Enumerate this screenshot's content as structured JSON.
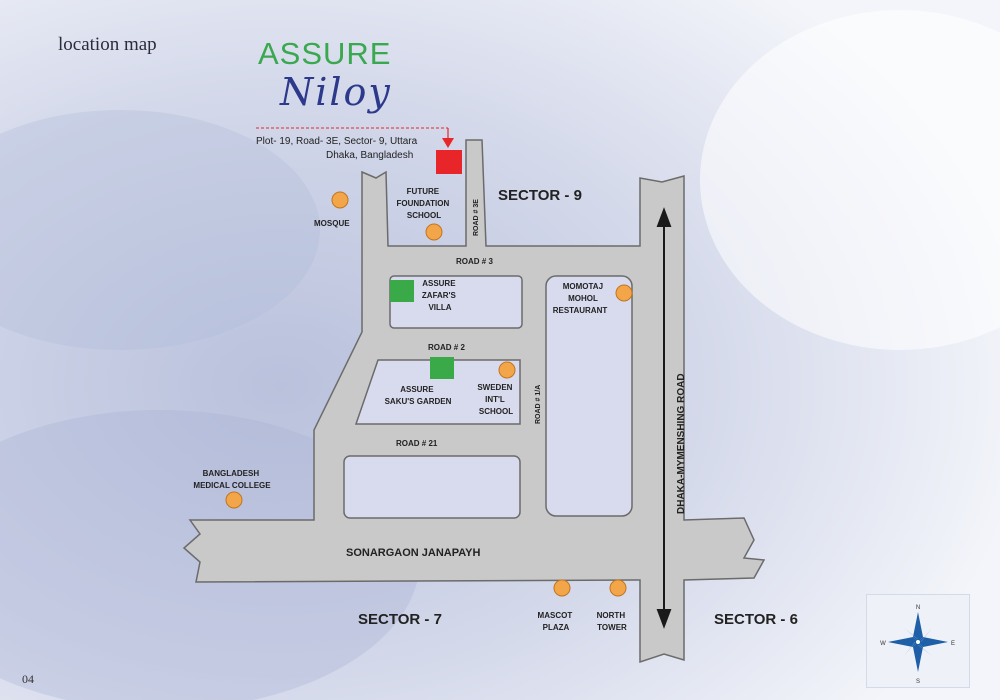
{
  "page": {
    "title": "location map",
    "number": "04"
  },
  "brand": {
    "line1": "ASSURE",
    "line2": "Niloy"
  },
  "address": {
    "line1": "Plot- 19, Road- 3E, Sector- 9, Uttara",
    "line2": "Dhaka, Bangladesh"
  },
  "sectors": {
    "s9": "SECTOR - 9",
    "s7": "SECTOR - 7",
    "s6": "SECTOR - 6"
  },
  "roads": {
    "road3": "ROAD # 3",
    "road2": "ROAD # 2",
    "road21": "ROAD # 21",
    "road3e": "ROAD # 3E",
    "road1a": "ROAD # 1/A",
    "sonargaon": "SONARGAON JANAPAYH",
    "dhaka_mymensing": "DHAKA-MYMENSHING ROAD"
  },
  "landmarks": {
    "mosque": "MOSQUE",
    "future_school": [
      "FUTURE",
      "FOUNDATION",
      "SCHOOL"
    ],
    "momotaj": [
      "MOMOTAJ",
      "MOHOL",
      "RESTAURANT"
    ],
    "zafar": [
      "ASSURE",
      "ZAFAR'S",
      "VILLA"
    ],
    "saku": [
      "ASSURE",
      "SAKU'S GARDEN"
    ],
    "sweden": [
      "SWEDEN",
      "INT'L",
      "SCHOOL"
    ],
    "bmc": [
      "BANGLADESH",
      "MEDICAL COLLEGE"
    ],
    "mascot": [
      "MASCOT",
      "PLAZA"
    ],
    "north_tower": [
      "NORTH",
      "TOWER"
    ]
  },
  "compass": {
    "n": "N",
    "s": "S",
    "e": "E",
    "w": "W"
  },
  "colors": {
    "road": "#c9c9c9",
    "road_edge": "#6b6b6b",
    "site_marker": "#e8262a",
    "project_marker": "#3aaa48",
    "landmark_dot": "#f3a54a",
    "brand_green": "#3aa84e",
    "brand_blue": "#2d3a8c"
  }
}
